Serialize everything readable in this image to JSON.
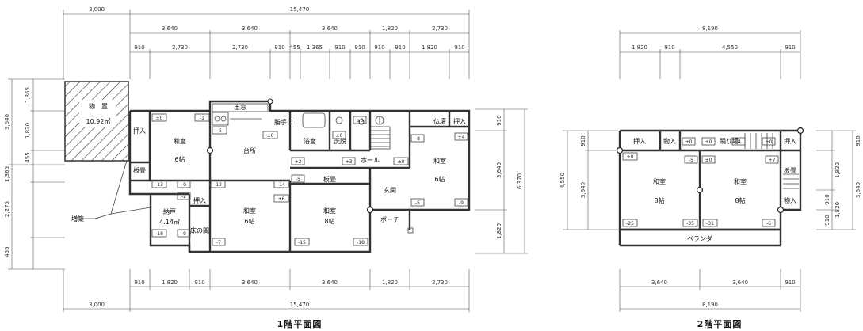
{
  "floor1": {
    "title": "1階平面図",
    "dims_top_outer": [
      "3,000",
      "15,470"
    ],
    "dims_top_mid": [
      "3,640",
      "3,640",
      "3,640",
      "1,820",
      "2,730"
    ],
    "dims_top_inner": [
      "910",
      "2,730",
      "2,730",
      "910",
      "455",
      "1,365",
      "910",
      "910",
      "910",
      "910",
      "1,820",
      "910"
    ],
    "dims_bottom_inner": [
      "910",
      "1,820",
      "910",
      "3,640",
      "3,640",
      "1,820",
      "2,730"
    ],
    "dims_bottom_outer": [
      "3,000",
      "15,470"
    ],
    "dims_left": [
      "3,640",
      "1,365",
      "1,820",
      "455",
      "1,365",
      "2,275",
      "455"
    ],
    "dims_right": [
      "910",
      "3,640",
      "6,370",
      "1,820"
    ],
    "rooms": {
      "storage": "物　置",
      "storage_area": "10.92㎡",
      "oshiire1": "押入",
      "washitsu1": "和室",
      "washitsu1_size": "6帖",
      "itadoko1": "板畳",
      "demado": "出窓",
      "katteguchi": "勝手口",
      "daidokoro": "台所",
      "yokushitsu": "浴室",
      "senmen": "洗脱",
      "hall": "ホール",
      "butsudan": "仏壇",
      "oshiire2": "押入",
      "washitsu2": "和室",
      "washitsu2_size": "6帖",
      "itadoko2": "板畳",
      "genkan": "玄関",
      "porch": "ポーチ",
      "oshiire3": "押入",
      "nando": "納戸",
      "nando_area": "4.14㎡",
      "tokonoma": "床の間",
      "washitsu3": "和室",
      "washitsu3_size": "6帖",
      "washitsu4": "和室",
      "washitsu4_size": "8帖",
      "zouchiku": "増築"
    },
    "levels": [
      "±0",
      "-1",
      "-5",
      "±0",
      "+4",
      "+2",
      "+3",
      "±0",
      "-13",
      "-0",
      "-12",
      "-14",
      "-5",
      "+6",
      "-5",
      "-9",
      "-2",
      "-18",
      "-9",
      "-7",
      "-15",
      "-18",
      "-8",
      "±0",
      "±0"
    ]
  },
  "floor2": {
    "title": "2階平面図",
    "dims_top_outer": [
      "8,190"
    ],
    "dims_top_inner": [
      "1,820",
      "910",
      "4,550",
      "910"
    ],
    "dims_bottom_inner": [
      "3,640",
      "3,640",
      "910"
    ],
    "dims_bottom_outer": [
      "8,190"
    ],
    "dims_left": [
      "910",
      "4,550",
      "3,640"
    ],
    "dims_right": [
      "910",
      "1,820",
      "910",
      "1,820",
      "910",
      "3,640"
    ],
    "rooms": {
      "oshiire1": "押入",
      "mono1": "物入",
      "odoriba": "踊り場",
      "oshiire2": "押入",
      "washitsu1": "和室",
      "washitsu1_size": "8帖",
      "washitsu2": "和室",
      "washitsu2_size": "8帖",
      "itadoko": "板畳",
      "mono2": "物入",
      "veranda": "ベランダ"
    },
    "levels": [
      "±0",
      "±0",
      "±0",
      "-4",
      "±0",
      "-5",
      "±0",
      "+7",
      "-25",
      "-35",
      "-31",
      "-6"
    ]
  }
}
